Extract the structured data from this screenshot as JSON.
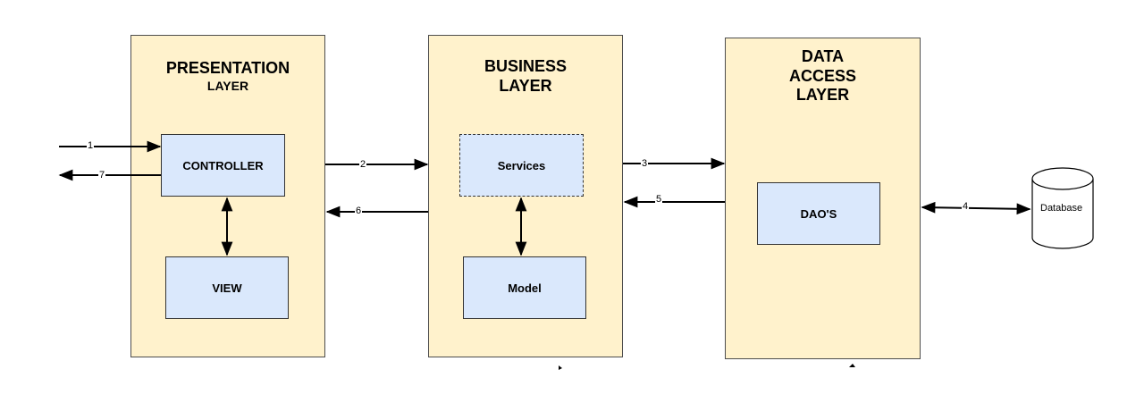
{
  "layers": {
    "presentation": {
      "title_main": "PRESENTATION",
      "title_sub": "LAYER"
    },
    "business": {
      "title_line1": "BUSINESS",
      "title_line2": "LAYER"
    },
    "data_access": {
      "title_line1": "DATA",
      "title_line2": "ACCESS",
      "title_line3": "LAYER"
    }
  },
  "components": {
    "controller": "CONTROLLER",
    "view": "VIEW",
    "services": "Services",
    "model": "Model",
    "daos": "DAO'S",
    "database": "Database"
  },
  "arrows": {
    "a1": "1",
    "a2": "2",
    "a3": "3",
    "a4": "4",
    "a5": "5",
    "a6": "6",
    "a7": "7"
  },
  "colors": {
    "layer_fill": "#fff2cc",
    "component_fill": "#dae8fc"
  }
}
